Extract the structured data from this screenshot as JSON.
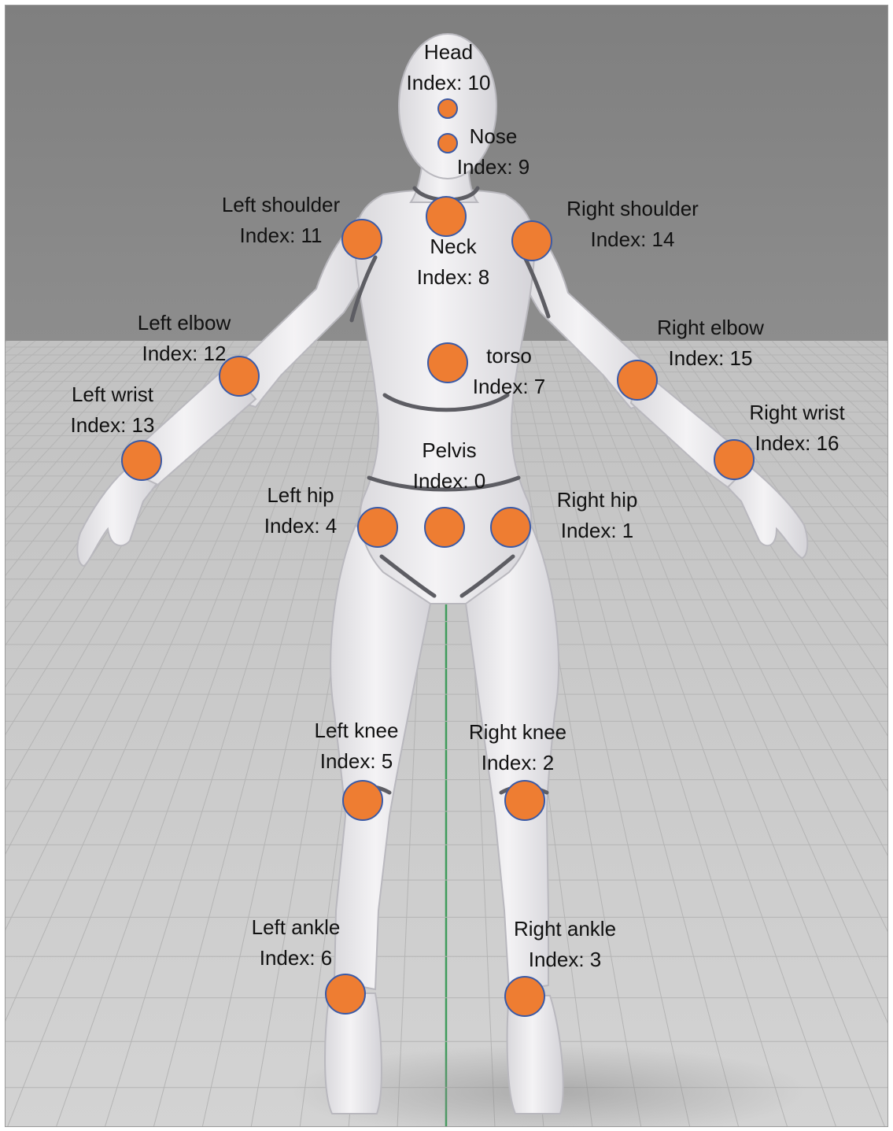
{
  "colors": {
    "joint_fill": "#ee7d32",
    "joint_stroke": "#3b5aa6",
    "backdrop": "#8a8a8a",
    "floor": "#c9c9c9",
    "grid_line": "#b4b4b4",
    "axis_line": "#3f9b5b",
    "figure": "#ecebec",
    "figure_shade": "#c6c6cb",
    "joint_seam": "#5d5d63"
  },
  "joints": [
    {
      "id": "head",
      "name": "Head",
      "index": "Index: 10"
    },
    {
      "id": "nose",
      "name": "Nose",
      "index": "Index: 9"
    },
    {
      "id": "neck",
      "name": "Neck",
      "index": "Index: 8"
    },
    {
      "id": "left-shoulder",
      "name": "Left shoulder",
      "index": "Index: 11"
    },
    {
      "id": "right-shoulder",
      "name": "Right shoulder",
      "index": "Index: 14"
    },
    {
      "id": "left-elbow",
      "name": "Left elbow",
      "index": "Index: 12"
    },
    {
      "id": "right-elbow",
      "name": "Right elbow",
      "index": "Index: 15"
    },
    {
      "id": "torso",
      "name": "torso",
      "index": "Index: 7"
    },
    {
      "id": "left-wrist",
      "name": "Left wrist",
      "index": "Index: 13"
    },
    {
      "id": "right-wrist",
      "name": "Right wrist",
      "index": "Index: 16"
    },
    {
      "id": "pelvis",
      "name": "Pelvis",
      "index": "Index: 0"
    },
    {
      "id": "left-hip",
      "name": "Left hip",
      "index": "Index: 4"
    },
    {
      "id": "right-hip",
      "name": "Right hip",
      "index": "Index: 1"
    },
    {
      "id": "left-knee",
      "name": "Left knee",
      "index": "Index: 5"
    },
    {
      "id": "right-knee",
      "name": "Right knee",
      "index": "Index: 2"
    },
    {
      "id": "left-ankle",
      "name": "Left ankle",
      "index": "Index: 6"
    },
    {
      "id": "right-ankle",
      "name": "Right ankle",
      "index": "Index: 3"
    }
  ]
}
